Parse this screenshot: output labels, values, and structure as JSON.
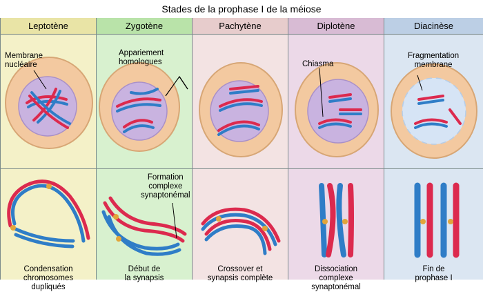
{
  "title": "Stades de la prophase I de la méiose",
  "stages": [
    {
      "name": "Leptotène",
      "caption_lines": [
        "Condensation",
        "chromosomes",
        "dupliqués"
      ],
      "label_lines": [
        "Membrane",
        "nucléaire"
      ],
      "bg": "#f4f1c8",
      "head_bg": "#e9e4a6"
    },
    {
      "name": "Zygotène",
      "caption_lines": [
        "Début de",
        "la synapsis"
      ],
      "label_lines": [
        "Appariement",
        "homologues"
      ],
      "label2_lines": [
        "Formation",
        "complexe",
        "synaptonémal"
      ],
      "bg": "#d8f1cf",
      "head_bg": "#b9e3a9"
    },
    {
      "name": "Pachytène",
      "caption_lines": [
        "Crossover et",
        "synapsis complète"
      ],
      "bg": "#f3e3e3",
      "head_bg": "#e7cccc"
    },
    {
      "name": "Diplotène",
      "caption_lines": [
        "Dissociation",
        "complexe",
        "synaptonémal"
      ],
      "label_lines": [
        "Chiasma"
      ],
      "bg": "#ecd9e8",
      "head_bg": "#d8bbd4"
    },
    {
      "name": "Diacinèse",
      "caption_lines": [
        "Fin de",
        "prophase I"
      ],
      "label_lines": [
        "Fragmentation",
        "membrane"
      ],
      "bg": "#dbe6f2",
      "head_bg": "#bccfe5"
    }
  ],
  "colors": {
    "red": "#dc2a4e",
    "blue": "#2f7dc7",
    "junction": "#e2a53a",
    "cell": "#f3c9a0",
    "nucleus": "#c9b3e0"
  }
}
